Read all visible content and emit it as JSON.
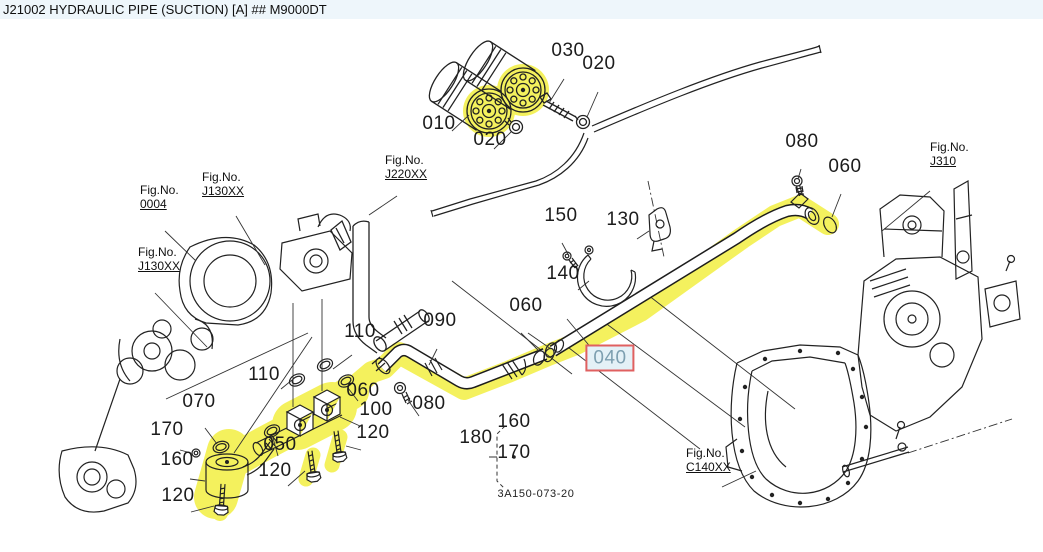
{
  "header": {
    "title": "J21002 HYDRAULIC PIPE (SUCTION) [A] ## M9000DT"
  },
  "diagram": {
    "drawing_number": "3A150-073-20",
    "selected_part": "040",
    "group_180": {
      "label": "180",
      "members": [
        "160",
        "170"
      ]
    },
    "colors": {
      "highlight_marker": "#f2ee3a",
      "selected_border": "#e06060",
      "selected_bg": "#e4f1f7",
      "selected_text": "#7d9fb0",
      "line_art": "#222222",
      "titlebar_bg": "#eef6fb"
    },
    "part_labels": [
      "010",
      "020",
      "030",
      "020",
      "080",
      "060",
      "150",
      "130",
      "140",
      "110",
      "090",
      "060",
      "110",
      "060",
      "100",
      "080",
      "070",
      "170",
      "050",
      "160",
      "120",
      "120",
      "120",
      "180",
      "160",
      "170",
      "040"
    ],
    "fig_labels": [
      {
        "line1": "Fig.No.",
        "line2": "0004"
      },
      {
        "line1": "Fig.No.",
        "line2": "J130XX"
      },
      {
        "line1": "Fig.No.",
        "line2": "J130XX"
      },
      {
        "line1": "Fig.No.",
        "line2": "J220XX"
      },
      {
        "line1": "Fig.No.",
        "line2": "J310"
      },
      {
        "line1": "Fig.No.",
        "line2": "C140XX"
      }
    ]
  }
}
